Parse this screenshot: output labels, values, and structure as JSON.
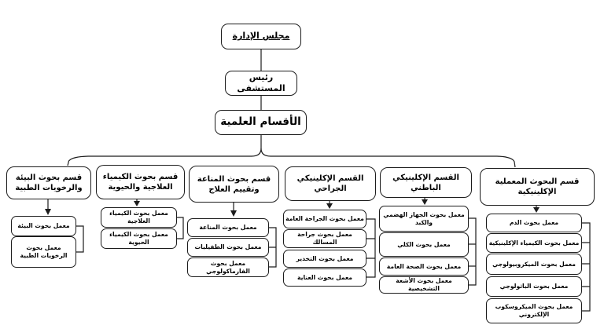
{
  "chart": {
    "type": "org-chart",
    "root": "مجلس الإدارة",
    "president": "رئيس المستشفى",
    "departments_title": "الأقسام العلمية",
    "branches": [
      {
        "title": "قسم بحوث البيئة والرخويات الطبية",
        "labs": [
          "معمل بحوث البيئة",
          "معمل بحوث الرخويات الطبية"
        ]
      },
      {
        "title": "قسم بحوث الكيمياء العلاجية والحيوية",
        "labs": [
          "معمل بحوث الكيمياء العلاجية",
          "معمل بحوث الكيمياء الحيوية"
        ]
      },
      {
        "title": "قسم بحوث المناعة وتقييم العلاج",
        "labs": [
          "معمل بحوث المناعة",
          "معمل بحوث الطفيليات",
          "معمل بحوث الفارماكولوجي"
        ]
      },
      {
        "title": "القسم الإكلينيكي الجراحي",
        "labs": [
          "معمل بحوث الجراحة العامة",
          "معمل بحوث جراحة المسالك",
          "معمل بحوث التخدير",
          "معمل بحوث العناية"
        ]
      },
      {
        "title": "القسم الإكلينيكي الباطني",
        "labs": [
          "معمل بحوث الجهاز الهضمي والكبد",
          "معمل بحوث الكلي",
          "معمل بحوث الصحة العامة",
          "معمل بحوث الأشعة التشخيصية"
        ]
      },
      {
        "title": "قسم البحوث المعملية الإكلينيكية",
        "labs": [
          "معمل بحوث الدم",
          "معمل بحوث الكيمياء الإكلينيكية",
          "معمل بحوث الميكروبيولوجي",
          "معمل بحوث الباثولوجي",
          "معمل بحوث الميكروسكوب الإلكتروني"
        ]
      }
    ],
    "colors": {
      "line": "#1c1c1c",
      "box_fill": "#ffffff",
      "text": "#000000"
    }
  }
}
